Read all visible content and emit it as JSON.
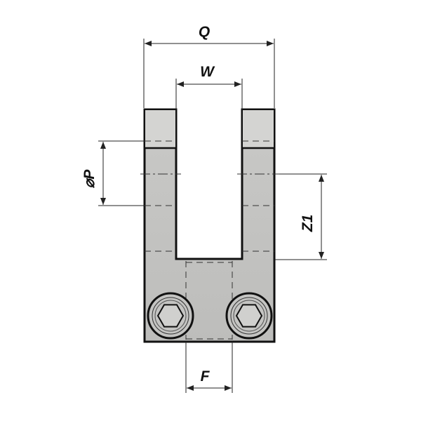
{
  "diagram": {
    "dimensions": {
      "q": "Q",
      "w": "W",
      "p": "⌀P",
      "z1": "Z1",
      "f": "F"
    },
    "colors": {
      "body": "#c4c4c2",
      "body_light": "#d4d4d2",
      "outline": "#111111"
    }
  }
}
